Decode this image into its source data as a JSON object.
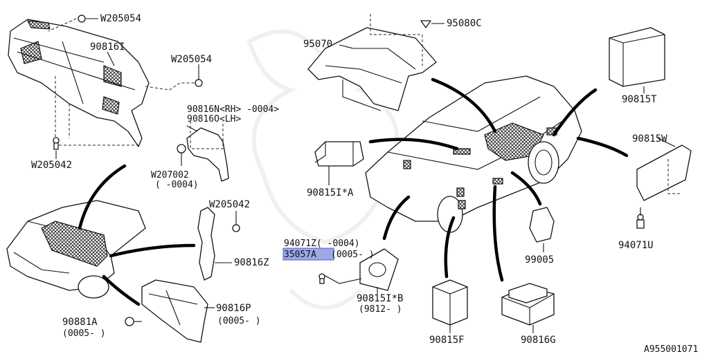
{
  "labels": {
    "w205054_top": "W205054",
    "p90816i": "90816I",
    "w205054_mid": "W205054",
    "p90816n": "90816N<RH> -0004>",
    "p90816o": "90816O<LH>",
    "w205042_left": "W205042",
    "w207002": "W207002",
    "w207002_note": "( -0004)",
    "w205042_right": "W205042",
    "p90816z": "90816Z",
    "p90816p": "90816P",
    "p90816p_note": "(0005- )",
    "p90881a": "90881A",
    "p90881a_note": "(0005- )",
    "p95070": "95070",
    "p95080c": "95080C",
    "p90815t": "90815T",
    "p90815ia": "90815I*A",
    "p90815w": "90815W",
    "p94071z": "94071Z( -0004)",
    "p35057a": "35057A",
    "p35057a_note": "(0005- )",
    "p99005": "99005",
    "p94071u": "94071U",
    "p90815ib": "90815I*B",
    "p90815ib_note": "(9812- )",
    "p90815f": "90815F",
    "p90816g": "90816G",
    "diagram_code": "A955001071"
  },
  "highlight": {
    "part": "35057A",
    "color": "#9da9e6"
  },
  "colors": {
    "line": "#111111",
    "background": "#ffffff"
  }
}
